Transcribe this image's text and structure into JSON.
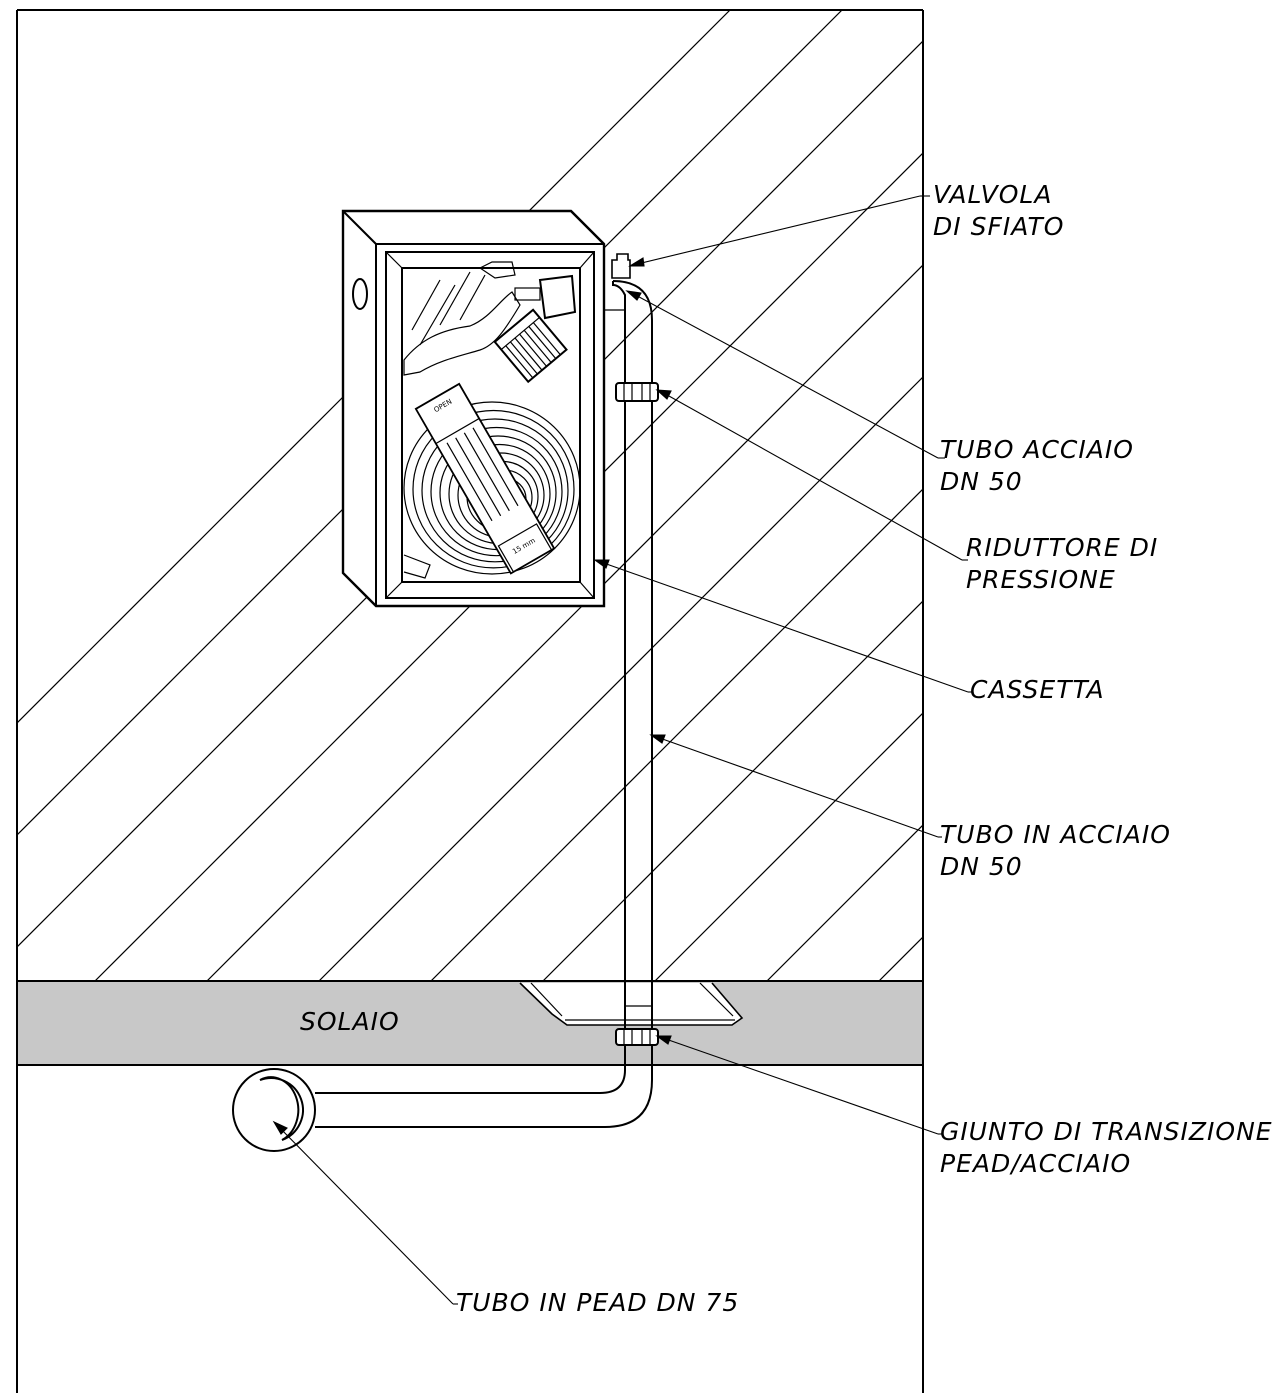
{
  "labels": {
    "valvola": [
      "VALVOLA",
      "DI SFIATO"
    ],
    "tubo_acciaio_top": [
      "TUBO ACCIAIO",
      "DN 50"
    ],
    "riduttore": [
      "RIDUTTORE DI",
      "PRESSIONE"
    ],
    "cassetta": [
      "CASSETTA"
    ],
    "tubo_in_acciaio": [
      "TUBO IN ACCIAIO",
      "DN 50"
    ],
    "giunto": [
      "GIUNTO DI TRANSIZIONE",
      "PEAD/ACCIAIO"
    ],
    "tubo_pead": [
      "TUBO IN PEAD DN 75"
    ],
    "solaio": "SOLAIO",
    "hose_nozzle_text": "15 mm",
    "nozzle_brand_text": "OPEN"
  },
  "colors": {
    "line": "#000000",
    "slab_fill": "#c8c8c8",
    "background": "#ffffff"
  }
}
